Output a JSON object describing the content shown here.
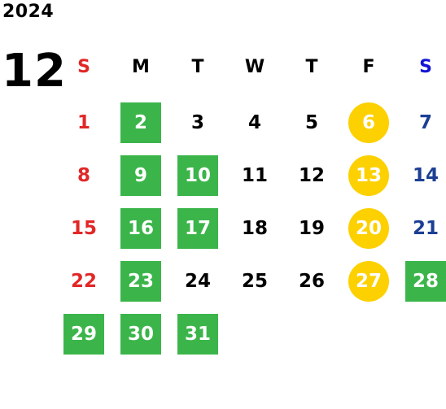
{
  "calendar": {
    "year": "2024",
    "month": "12",
    "weekdays": [
      "S",
      "M",
      "T",
      "W",
      "T",
      "F",
      "S"
    ],
    "colors": {
      "sunday": "#e12727",
      "saturday": "#1c3f94",
      "saturday_header": "#1414d6",
      "green_mark": "#3bb54a",
      "gold_mark": "#fdd000"
    },
    "weeks": [
      [
        {
          "day": "1",
          "mark": ""
        },
        {
          "day": "2",
          "mark": "green"
        },
        {
          "day": "3",
          "mark": ""
        },
        {
          "day": "4",
          "mark": ""
        },
        {
          "day": "5",
          "mark": ""
        },
        {
          "day": "6",
          "mark": "gold"
        },
        {
          "day": "7",
          "mark": ""
        }
      ],
      [
        {
          "day": "8",
          "mark": ""
        },
        {
          "day": "9",
          "mark": "green"
        },
        {
          "day": "10",
          "mark": "green"
        },
        {
          "day": "11",
          "mark": ""
        },
        {
          "day": "12",
          "mark": ""
        },
        {
          "day": "13",
          "mark": "gold"
        },
        {
          "day": "14",
          "mark": ""
        }
      ],
      [
        {
          "day": "15",
          "mark": ""
        },
        {
          "day": "16",
          "mark": "green"
        },
        {
          "day": "17",
          "mark": "green"
        },
        {
          "day": "18",
          "mark": ""
        },
        {
          "day": "19",
          "mark": ""
        },
        {
          "day": "20",
          "mark": "gold"
        },
        {
          "day": "21",
          "mark": ""
        }
      ],
      [
        {
          "day": "22",
          "mark": ""
        },
        {
          "day": "23",
          "mark": "green"
        },
        {
          "day": "24",
          "mark": ""
        },
        {
          "day": "25",
          "mark": ""
        },
        {
          "day": "26",
          "mark": ""
        },
        {
          "day": "27",
          "mark": "gold"
        },
        {
          "day": "28",
          "mark": "green"
        }
      ],
      [
        {
          "day": "29",
          "mark": "green"
        },
        {
          "day": "30",
          "mark": "green"
        },
        {
          "day": "31",
          "mark": "green"
        },
        {
          "day": "",
          "mark": ""
        },
        {
          "day": "",
          "mark": ""
        },
        {
          "day": "",
          "mark": ""
        },
        {
          "day": "",
          "mark": ""
        }
      ]
    ]
  }
}
